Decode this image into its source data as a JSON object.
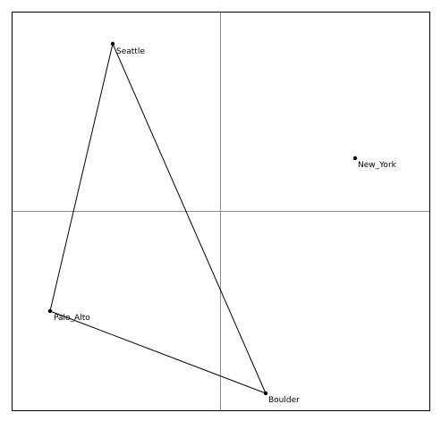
{
  "diagram": {
    "nodes": [
      {
        "id": "seattle",
        "label": "Seattle"
      },
      {
        "id": "new_york",
        "label": "New_York"
      },
      {
        "id": "palo_alto",
        "label": "Palo_Alto"
      },
      {
        "id": "boulder",
        "label": "Boulder"
      }
    ],
    "edges": [
      {
        "from": "seattle",
        "to": "palo_alto"
      },
      {
        "from": "palo_alto",
        "to": "boulder"
      },
      {
        "from": "boulder",
        "to": "seattle"
      }
    ],
    "style": {
      "frame_color": "#000000",
      "axis_color": "#8a8a8a",
      "edge_color": "#000000",
      "node_color": "#000000",
      "background": "#ffffff"
    }
  }
}
